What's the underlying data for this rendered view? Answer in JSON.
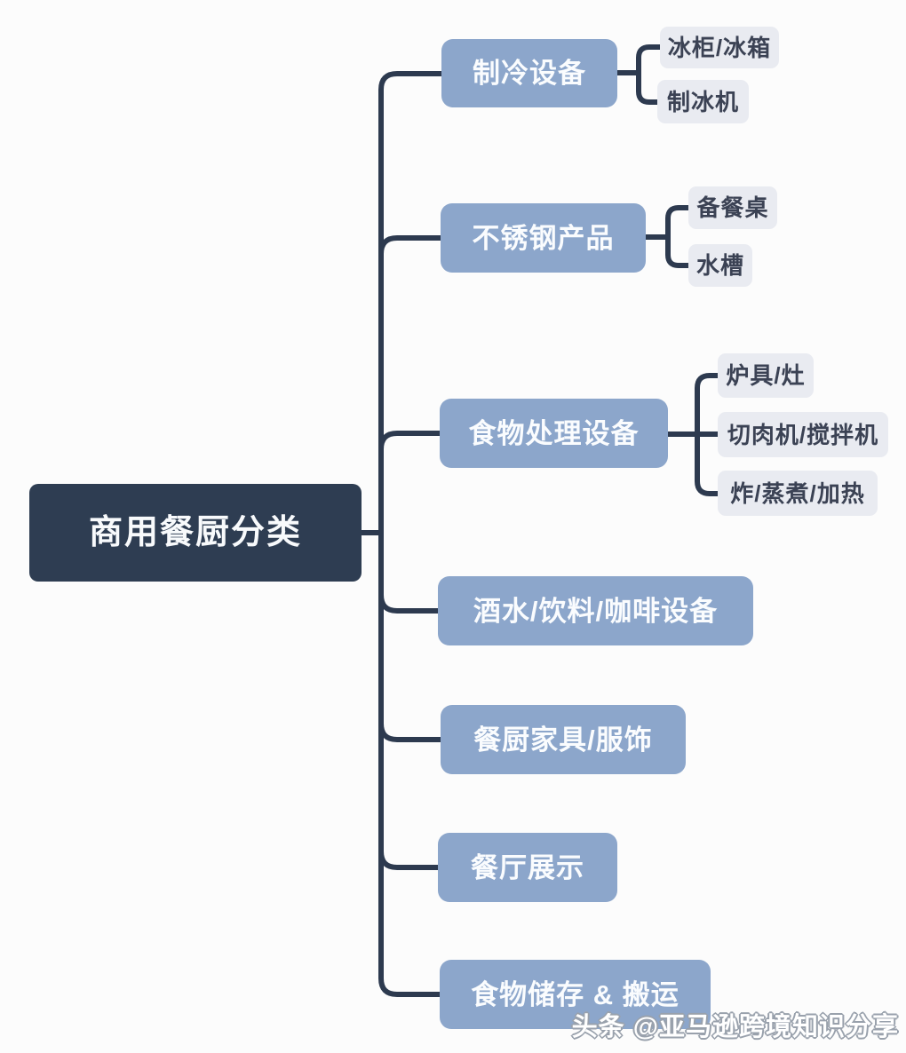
{
  "colors": {
    "background": "#fcfcfc",
    "root_bg": "#2e3d52",
    "branch_bg": "#8ca6cb",
    "child_bg": "#e9ebf1",
    "child_text": "#3b4254",
    "node_text": "#ffffff",
    "line": "#2d3a4f",
    "watermark_outline": "#99a1ac"
  },
  "mindmap": {
    "root": {
      "label": "商用餐厨分类"
    },
    "branches": [
      {
        "label": "制冷设备",
        "children": [
          "冰柜/冰箱",
          "制冰机"
        ]
      },
      {
        "label": "不锈钢产品",
        "children": [
          "备餐桌",
          "水槽"
        ]
      },
      {
        "label": "食物处理设备",
        "children": [
          "炉具/灶",
          "切肉机/搅拌机",
          "炸/蒸煮/加热"
        ]
      },
      {
        "label": "酒水/饮料/咖啡设备",
        "children": []
      },
      {
        "label": "餐厨家具/服饰",
        "children": []
      },
      {
        "label": "餐厅展示",
        "children": []
      },
      {
        "label": "食物储存 & 搬运",
        "children": []
      }
    ]
  },
  "watermark": {
    "text": "头条 @亚马逊跨境知识分享"
  }
}
